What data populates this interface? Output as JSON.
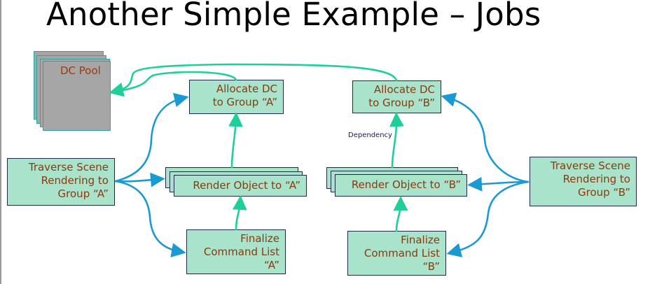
{
  "title": "Another Simple Example – Jobs",
  "colors": {
    "box_fill": "#a9e3cb",
    "box_text": "#8a3a0c",
    "pool_fill": "#a6a6a6",
    "dependency_arrow": "#1ecf9a",
    "spawn_arrow": "#1a9ad2"
  },
  "nodes": {
    "dc_pool": "DC Pool",
    "allocate_a": [
      "Allocate DC",
      "to Group “A”"
    ],
    "allocate_b": [
      "Allocate DC",
      "to Group “B”"
    ],
    "traverse_a": [
      "Traverse Scene",
      "Rendering to",
      "Group “A”"
    ],
    "traverse_b": [
      "Traverse Scene",
      "Rendering to",
      "Group “B”"
    ],
    "render_a": "Render Object to “A”",
    "render_b": "Render Object to “B”",
    "finalize_a": [
      "Finalize",
      "Command List",
      "“A”"
    ],
    "finalize_b": [
      "Finalize",
      "Command List",
      "“B”"
    ]
  },
  "labels": {
    "dependency": "Dependency"
  }
}
